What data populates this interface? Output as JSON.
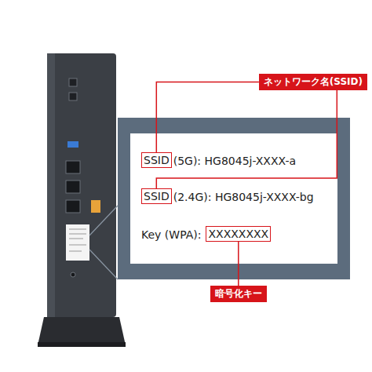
{
  "diagram": {
    "nodes": [
      {
        "text": [
          "ネットワーク名(SSID)"
        ]
      },
      {
        "text": [
          "(5G): HG8045j-XXXX-a",
          "(2.4G): HG8045j-XXXX-bg",
          "Key (WPA):"
        ]
      },
      {
        "text": [
          "SSID"
        ],
        "in": 1
      },
      {
        "text": [
          "SSID"
        ],
        "in": 1
      },
      {
        "text": [
          "XXXXXXXX"
        ],
        "in": 1
      },
      {
        "text": [
          "暗号化キー"
        ]
      }
    ],
    "edges": [
      {
        "from": 0,
        "to": 2,
        "arrow": "none"
      },
      {
        "from": 0,
        "to": 3,
        "arrow": "none"
      },
      {
        "from": 4,
        "to": 5,
        "arrow": "none"
      }
    ]
  }
}
